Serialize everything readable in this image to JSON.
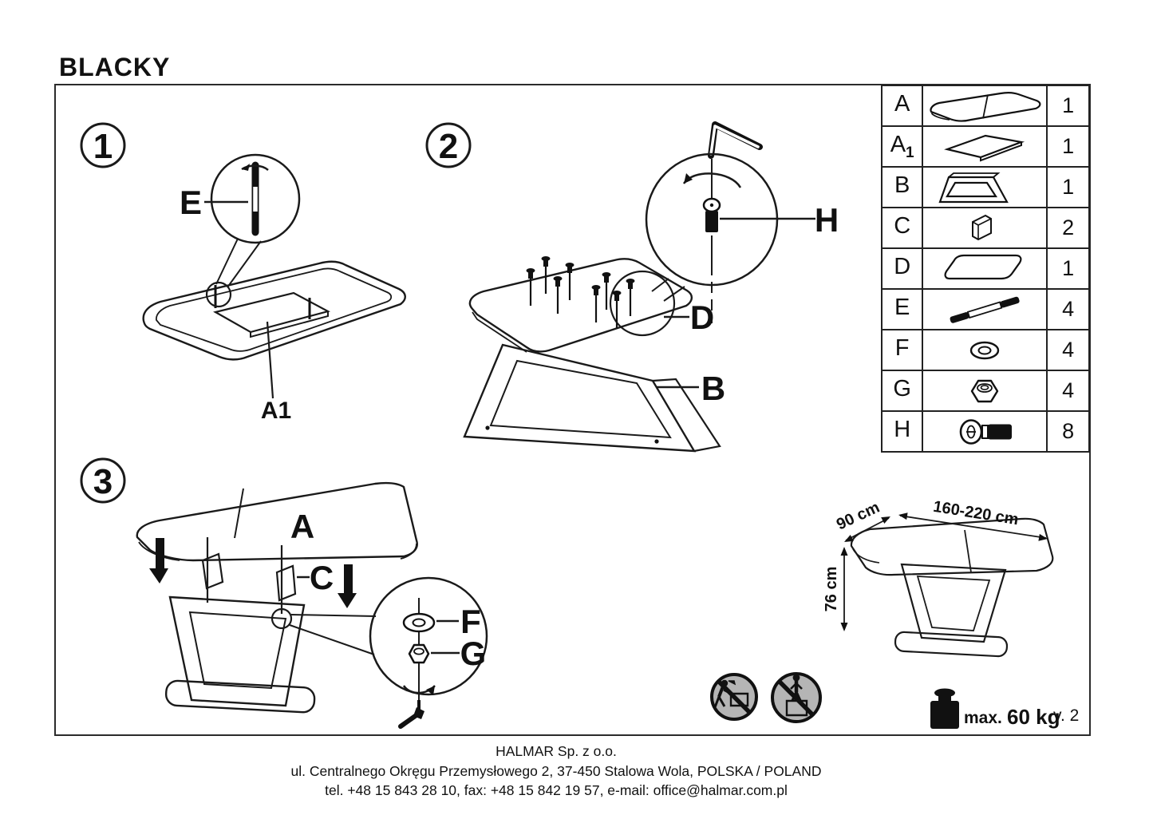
{
  "title": "BLACKY",
  "version": "v. 2",
  "steps": [
    {
      "number": "1",
      "labels": {
        "stud": "E",
        "insert": "A1"
      }
    },
    {
      "number": "2",
      "labels": {
        "bolt": "H",
        "cover": "D",
        "base": "B"
      }
    },
    {
      "number": "3",
      "labels": {
        "top": "A",
        "bracket": "C",
        "washer": "F",
        "nut": "G"
      }
    }
  ],
  "parts_table": {
    "rows": [
      {
        "label": "A",
        "sub": "",
        "qty": "1",
        "icon": "tabletop-icon"
      },
      {
        "label": "A",
        "sub": "1",
        "qty": "1",
        "icon": "extension-leaf-icon"
      },
      {
        "label": "B",
        "sub": "",
        "qty": "1",
        "icon": "base-frame-icon"
      },
      {
        "label": "C",
        "sub": "",
        "qty": "2",
        "icon": "bracket-plate-icon"
      },
      {
        "label": "D",
        "sub": "",
        "qty": "1",
        "icon": "cover-panel-icon"
      },
      {
        "label": "E",
        "sub": "",
        "qty": "4",
        "icon": "double-stud-icon"
      },
      {
        "label": "F",
        "sub": "",
        "qty": "4",
        "icon": "washer-icon"
      },
      {
        "label": "G",
        "sub": "",
        "qty": "4",
        "icon": "hex-nut-icon"
      },
      {
        "label": "H",
        "sub": "",
        "qty": "8",
        "icon": "socket-bolt-icon"
      }
    ]
  },
  "dimensions": {
    "depth": "90 cm",
    "width": "160-220 cm",
    "height": "76 cm"
  },
  "safety": {
    "max_label": "max.",
    "max_weight": "60 kg"
  },
  "footer": {
    "company": "HALMAR Sp. z o.o.",
    "address": "ul. Centralnego Okręgu Przemysłowego 2, 37-450 Stalowa Wola, POLSKA / POLAND",
    "contact": "tel. +48 15 843 28 10, fax: +48 15 842 19 57, e-mail: office@halmar.com.pl"
  },
  "colors": {
    "line": "#1a1a1a",
    "prohibition_gray": "#b5b5b5"
  }
}
